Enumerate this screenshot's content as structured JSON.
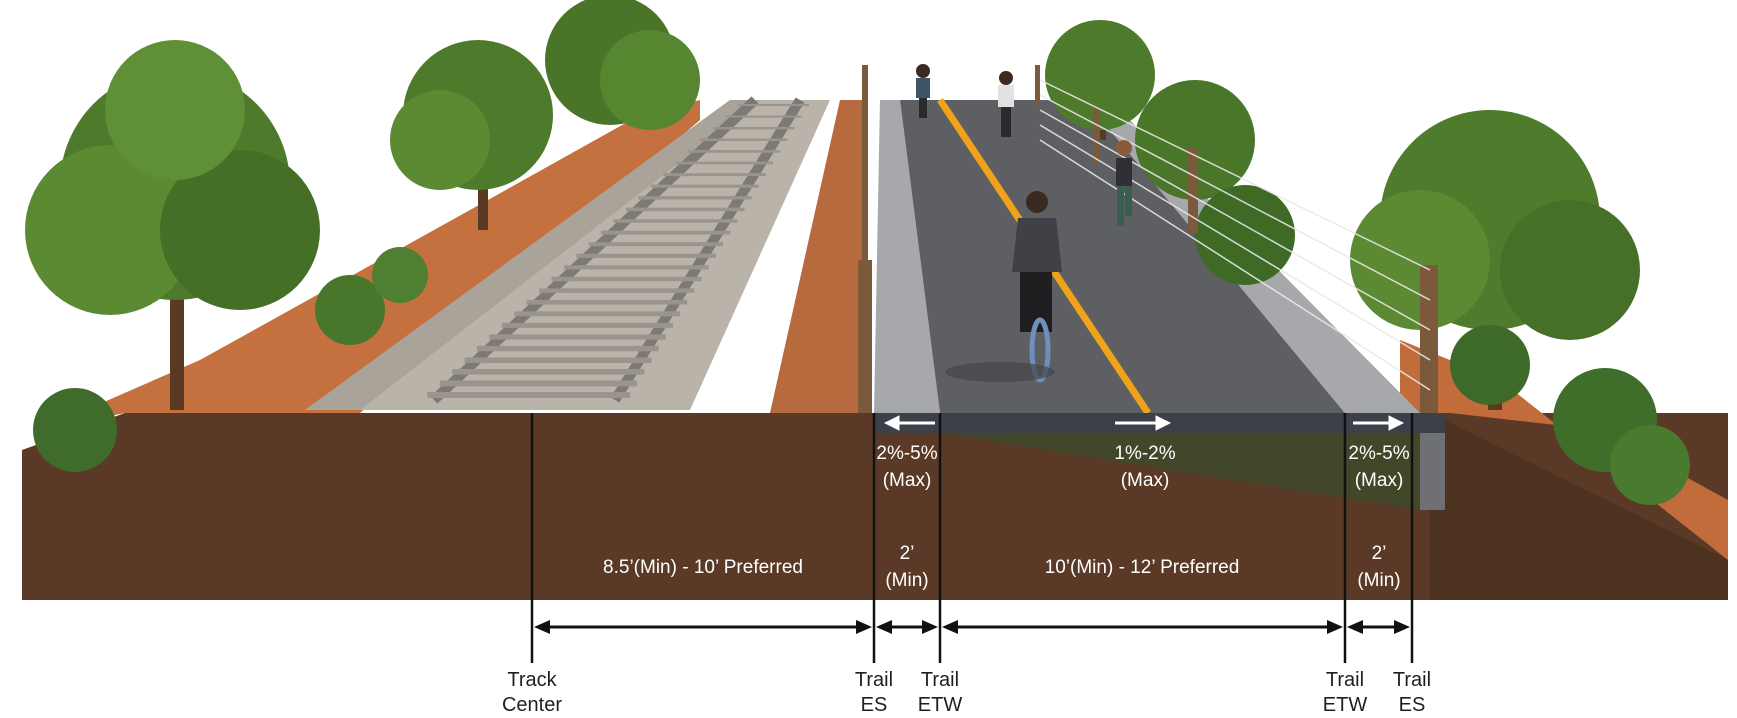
{
  "slope_labels": {
    "left_shoulder": {
      "value": "2%-5%",
      "qualifier": "(Max)"
    },
    "trail": {
      "value": "1%-2%",
      "qualifier": "(Max)"
    },
    "right_shoulder": {
      "value": "2%-5%",
      "qualifier": "(Max)"
    }
  },
  "width_labels": {
    "track_offset": "8.5’(Min) - 10’ Preferred",
    "left_shoulder": {
      "value": "2’",
      "qualifier": "(Min)"
    },
    "trail": "10’(Min) - 12’ Preferred",
    "right_shoulder": {
      "value": "2’",
      "qualifier": "(Min)"
    }
  },
  "reference_lines": [
    {
      "line1": "Track",
      "line2": "Center"
    },
    {
      "line1": "Trail",
      "line2": "ES"
    },
    {
      "line1": "Trail",
      "line2": "ETW"
    },
    {
      "line1": "Trail",
      "line2": "ETW"
    },
    {
      "line1": "Trail",
      "line2": "ES"
    }
  ],
  "colors": {
    "soil": "#5a3a26",
    "ballast": "#b9b3aa",
    "rail": "#8d8a85",
    "asphalt": "#5d5f63",
    "centerline": "#f0a21b",
    "foliage": "#4f7a2e",
    "dirt": "#c0683a"
  }
}
